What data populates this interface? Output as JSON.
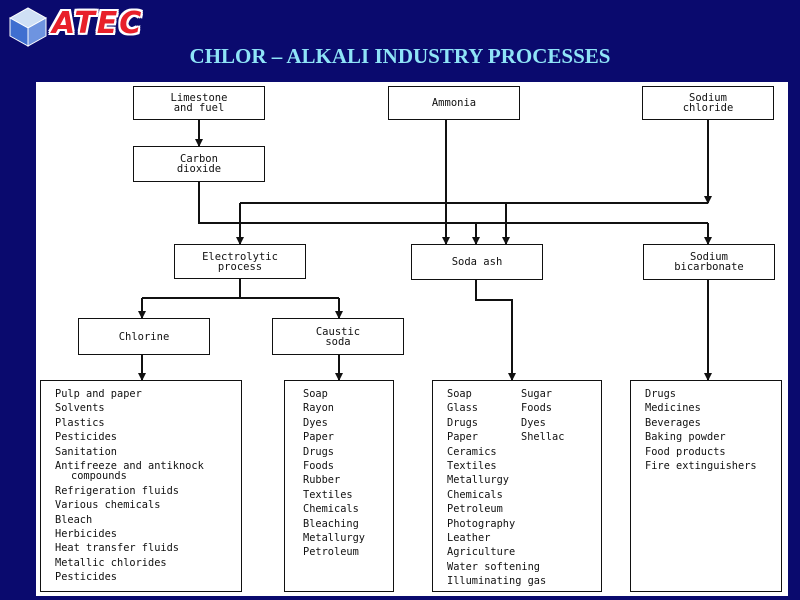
{
  "header": {
    "logo_text": "ATEC",
    "title": "CHLOR – ALKALI INDUSTRY PROCESSES"
  },
  "colors": {
    "background": "#0a0a6e",
    "title": "#8fe4f7",
    "logo_red": "#e8202a"
  },
  "diagram": {
    "inputs": {
      "limestone": "Limestone\nand fuel",
      "ammonia": "Ammonia",
      "sodium_chloride": "Sodium\nchloride"
    },
    "carbon_dioxide": "Carbon\ndioxide",
    "processes": {
      "electrolytic": "Electrolytic\nprocess",
      "soda_ash": "Soda ash",
      "sodium_bicarbonate": "Sodium\nbicarbonate"
    },
    "products": {
      "chlorine": "Chlorine",
      "caustic_soda": "Caustic\nsoda"
    },
    "uses": {
      "chlorine": [
        "Pulp and paper",
        "Solvents",
        "Plastics",
        "Pesticides",
        "Sanitation",
        "Antifreeze and antiknock",
        "compounds",
        "Refrigeration fluids",
        "Various chemicals",
        "Bleach",
        "Herbicides",
        "Heat transfer fluids",
        "Metallic chlorides",
        "Pesticides"
      ],
      "caustic_soda": [
        "Soap",
        "Rayon",
        "Dyes",
        "Paper",
        "Drugs",
        "Foods",
        "Rubber",
        "Textiles",
        "Chemicals",
        "Bleaching",
        "Metallurgy",
        "Petroleum"
      ],
      "soda_ash_left": [
        "Soap",
        "Glass",
        "Drugs",
        "Paper",
        "Ceramics",
        "Textiles",
        "Metallurgy",
        "Chemicals",
        "Petroleum",
        "Photography",
        "Leather",
        "Agriculture",
        "Water softening",
        "Illuminating gas"
      ],
      "soda_ash_right": [
        "Sugar",
        "Foods",
        "Dyes",
        "Shellac"
      ],
      "sodium_bicarbonate": [
        "Drugs",
        "Medicines",
        "Beverages",
        "Baking powder",
        "Food products",
        "Fire extinguishers"
      ]
    }
  }
}
